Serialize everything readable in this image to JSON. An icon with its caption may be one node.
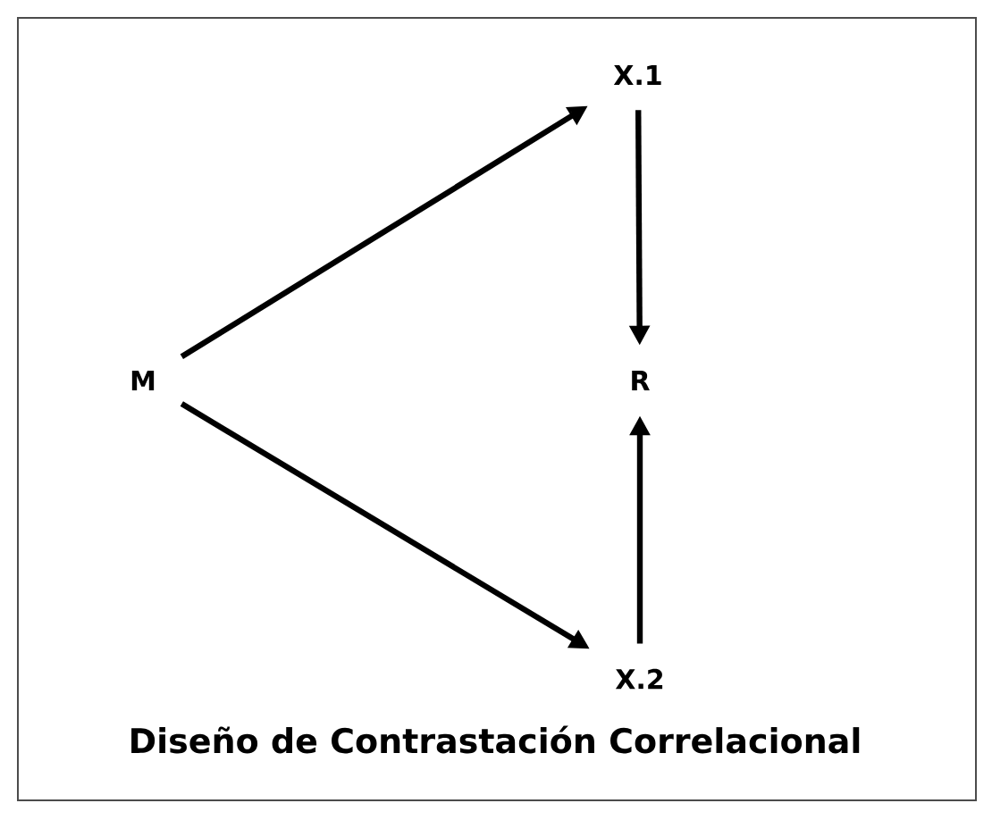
{
  "diagram": {
    "caption": "Diseño de Contrastación Correlacional",
    "nodes": [
      {
        "text": [
          "M"
        ]
      },
      {
        "text": [
          "X.1"
        ]
      },
      {
        "text": [
          "R"
        ]
      },
      {
        "text": [
          "X.2"
        ]
      }
    ],
    "edges": [
      {
        "from": 0,
        "to": 1,
        "arrow": "to"
      },
      {
        "from": 1,
        "to": 2,
        "arrow": "to"
      },
      {
        "from": 3,
        "to": 2,
        "arrow": "to"
      },
      {
        "from": 0,
        "to": 3,
        "arrow": "to"
      }
    ]
  }
}
